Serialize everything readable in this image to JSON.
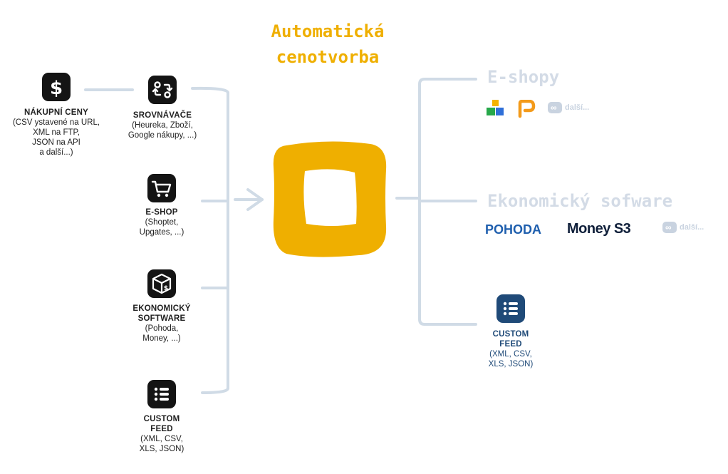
{
  "title": {
    "line1": "Automatická",
    "line2": "cenotvorba"
  },
  "colors": {
    "accent": "#efaf00",
    "connector": "#d0dbe6",
    "icon_dark": "#141414",
    "icon_blue": "#1f4a78"
  },
  "sources": [
    {
      "icon": "dollar-icon",
      "title": "NÁKUPNÍ CENY",
      "detail": [
        "(CSV ystavené na URL,",
        "XML na FTP,",
        "JSON na API",
        "a další...)"
      ]
    },
    {
      "icon": "compare-arrows-icon",
      "title": "SROVNÁVAČE",
      "detail": [
        "(Heureka, Zboží,",
        "Google nákupy, ...)"
      ]
    },
    {
      "icon": "cart-icon",
      "title": "E-SHOP",
      "detail": [
        "(Shoptet,",
        "Upgates, ...)"
      ]
    },
    {
      "icon": "box-icon",
      "title": "EKONOMICKÝ SOFTWARE",
      "title_lines": [
        "EKONOMICKÝ",
        "SOFTWARE"
      ],
      "detail": [
        "(Pohoda,",
        "Money, ...)"
      ]
    },
    {
      "icon": "list-icon",
      "title": "CUSTOM FEED",
      "title_lines": [
        "CUSTOM",
        "FEED"
      ],
      "detail": [
        "(XML, CSV,",
        "XLS, JSON)"
      ]
    }
  ],
  "destinations": {
    "eshopy": {
      "title": "E-shopy",
      "more": "další..."
    },
    "software": {
      "title": "Ekonomický sofware",
      "pohoda": "POHODA",
      "money_a": "Money",
      "money_b": "S3",
      "more": "další..."
    },
    "custom": {
      "title_lines": [
        "CUSTOM",
        "FEED"
      ],
      "detail": [
        "(XML, CSV,",
        "XLS, JSON)"
      ],
      "icon": "list-icon"
    }
  }
}
